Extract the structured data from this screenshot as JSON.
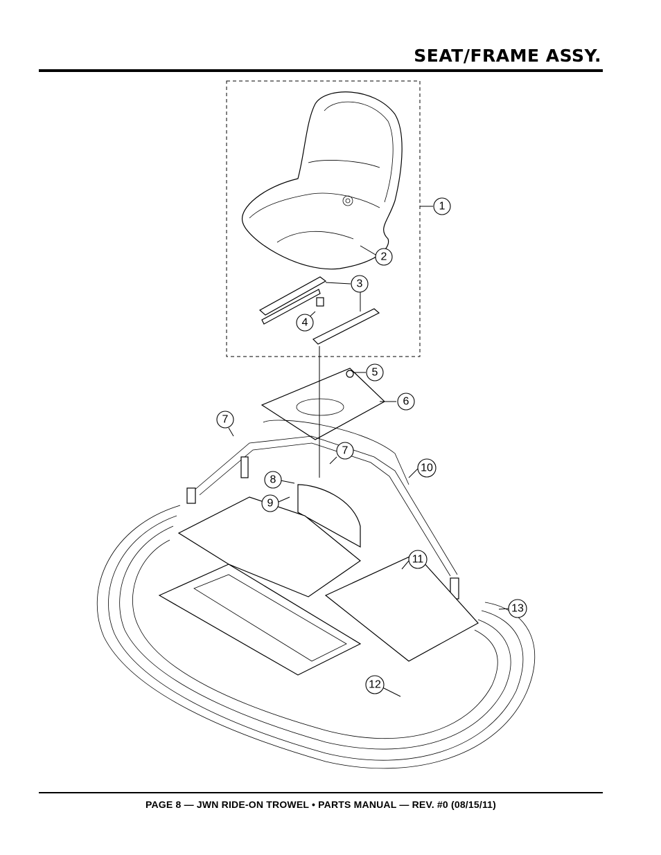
{
  "header": {
    "title": "SEAT/FRAME ASSY."
  },
  "callouts": [
    {
      "id": "c1",
      "label": "1"
    },
    {
      "id": "c2",
      "label": "2"
    },
    {
      "id": "c3",
      "label": "3"
    },
    {
      "id": "c4",
      "label": "4"
    },
    {
      "id": "c5",
      "label": "5"
    },
    {
      "id": "c6",
      "label": "6"
    },
    {
      "id": "c7a",
      "label": "7"
    },
    {
      "id": "c7b",
      "label": "7"
    },
    {
      "id": "c8",
      "label": "8"
    },
    {
      "id": "c9",
      "label": "9"
    },
    {
      "id": "c10",
      "label": "10"
    },
    {
      "id": "c11",
      "label": "11"
    },
    {
      "id": "c12",
      "label": "12"
    },
    {
      "id": "c13",
      "label": "13"
    }
  ],
  "footer": {
    "text": "PAGE 8 — JWN RIDE-ON TROWEL • PARTS MANUAL — REV. #0 (08/15/11)"
  }
}
